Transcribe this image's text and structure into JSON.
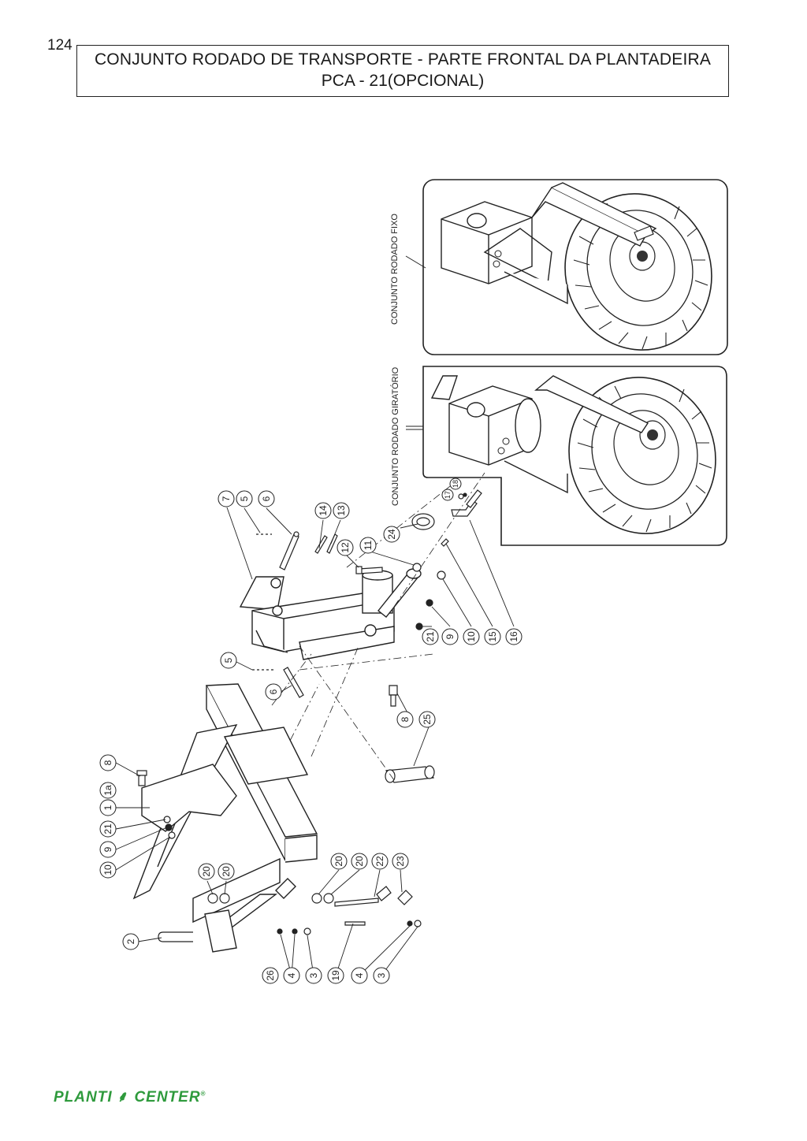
{
  "page": {
    "number": "124",
    "title_line1": "CONJUNTO RODADO DE TRANSPORTE - PARTE FRONTAL DA PLANTADEIRA",
    "title_line2": "PCA - 21(OPCIONAL)"
  },
  "insets": {
    "fixed_label": "CONJUNTO RODADO FIXO",
    "swivel_label": "CONJUNTO RODADO  GIRATÓRIO"
  },
  "callouts": {
    "c7": "7",
    "c5a": "5",
    "c6a": "6",
    "c14": "14",
    "c13": "13",
    "c12": "12",
    "c11": "11",
    "c24": "24",
    "c17": "17",
    "c18": "18",
    "c21a": "21",
    "c9a": "9",
    "c10a": "10",
    "c15": "15",
    "c16": "16",
    "c5b": "5",
    "c6b": "6",
    "c8a": "8",
    "c25": "25",
    "c8b": "8",
    "c1a": "1a",
    "c1": "1",
    "c21b": "21",
    "c9b": "9",
    "c10b": "10",
    "c20a": "20",
    "c20b": "20",
    "c20c": "20",
    "c20d": "20",
    "c22": "22",
    "c23": "23",
    "c2": "2",
    "c26": "26",
    "c4a": "4",
    "c3a": "3",
    "c19": "19",
    "c4b": "4",
    "c3b": "3"
  },
  "brand": {
    "left": "PLANTI",
    "right": "CENTER",
    "mark": "®",
    "leaf_icon": "leaf-icon",
    "color": "#2e9a3c"
  }
}
